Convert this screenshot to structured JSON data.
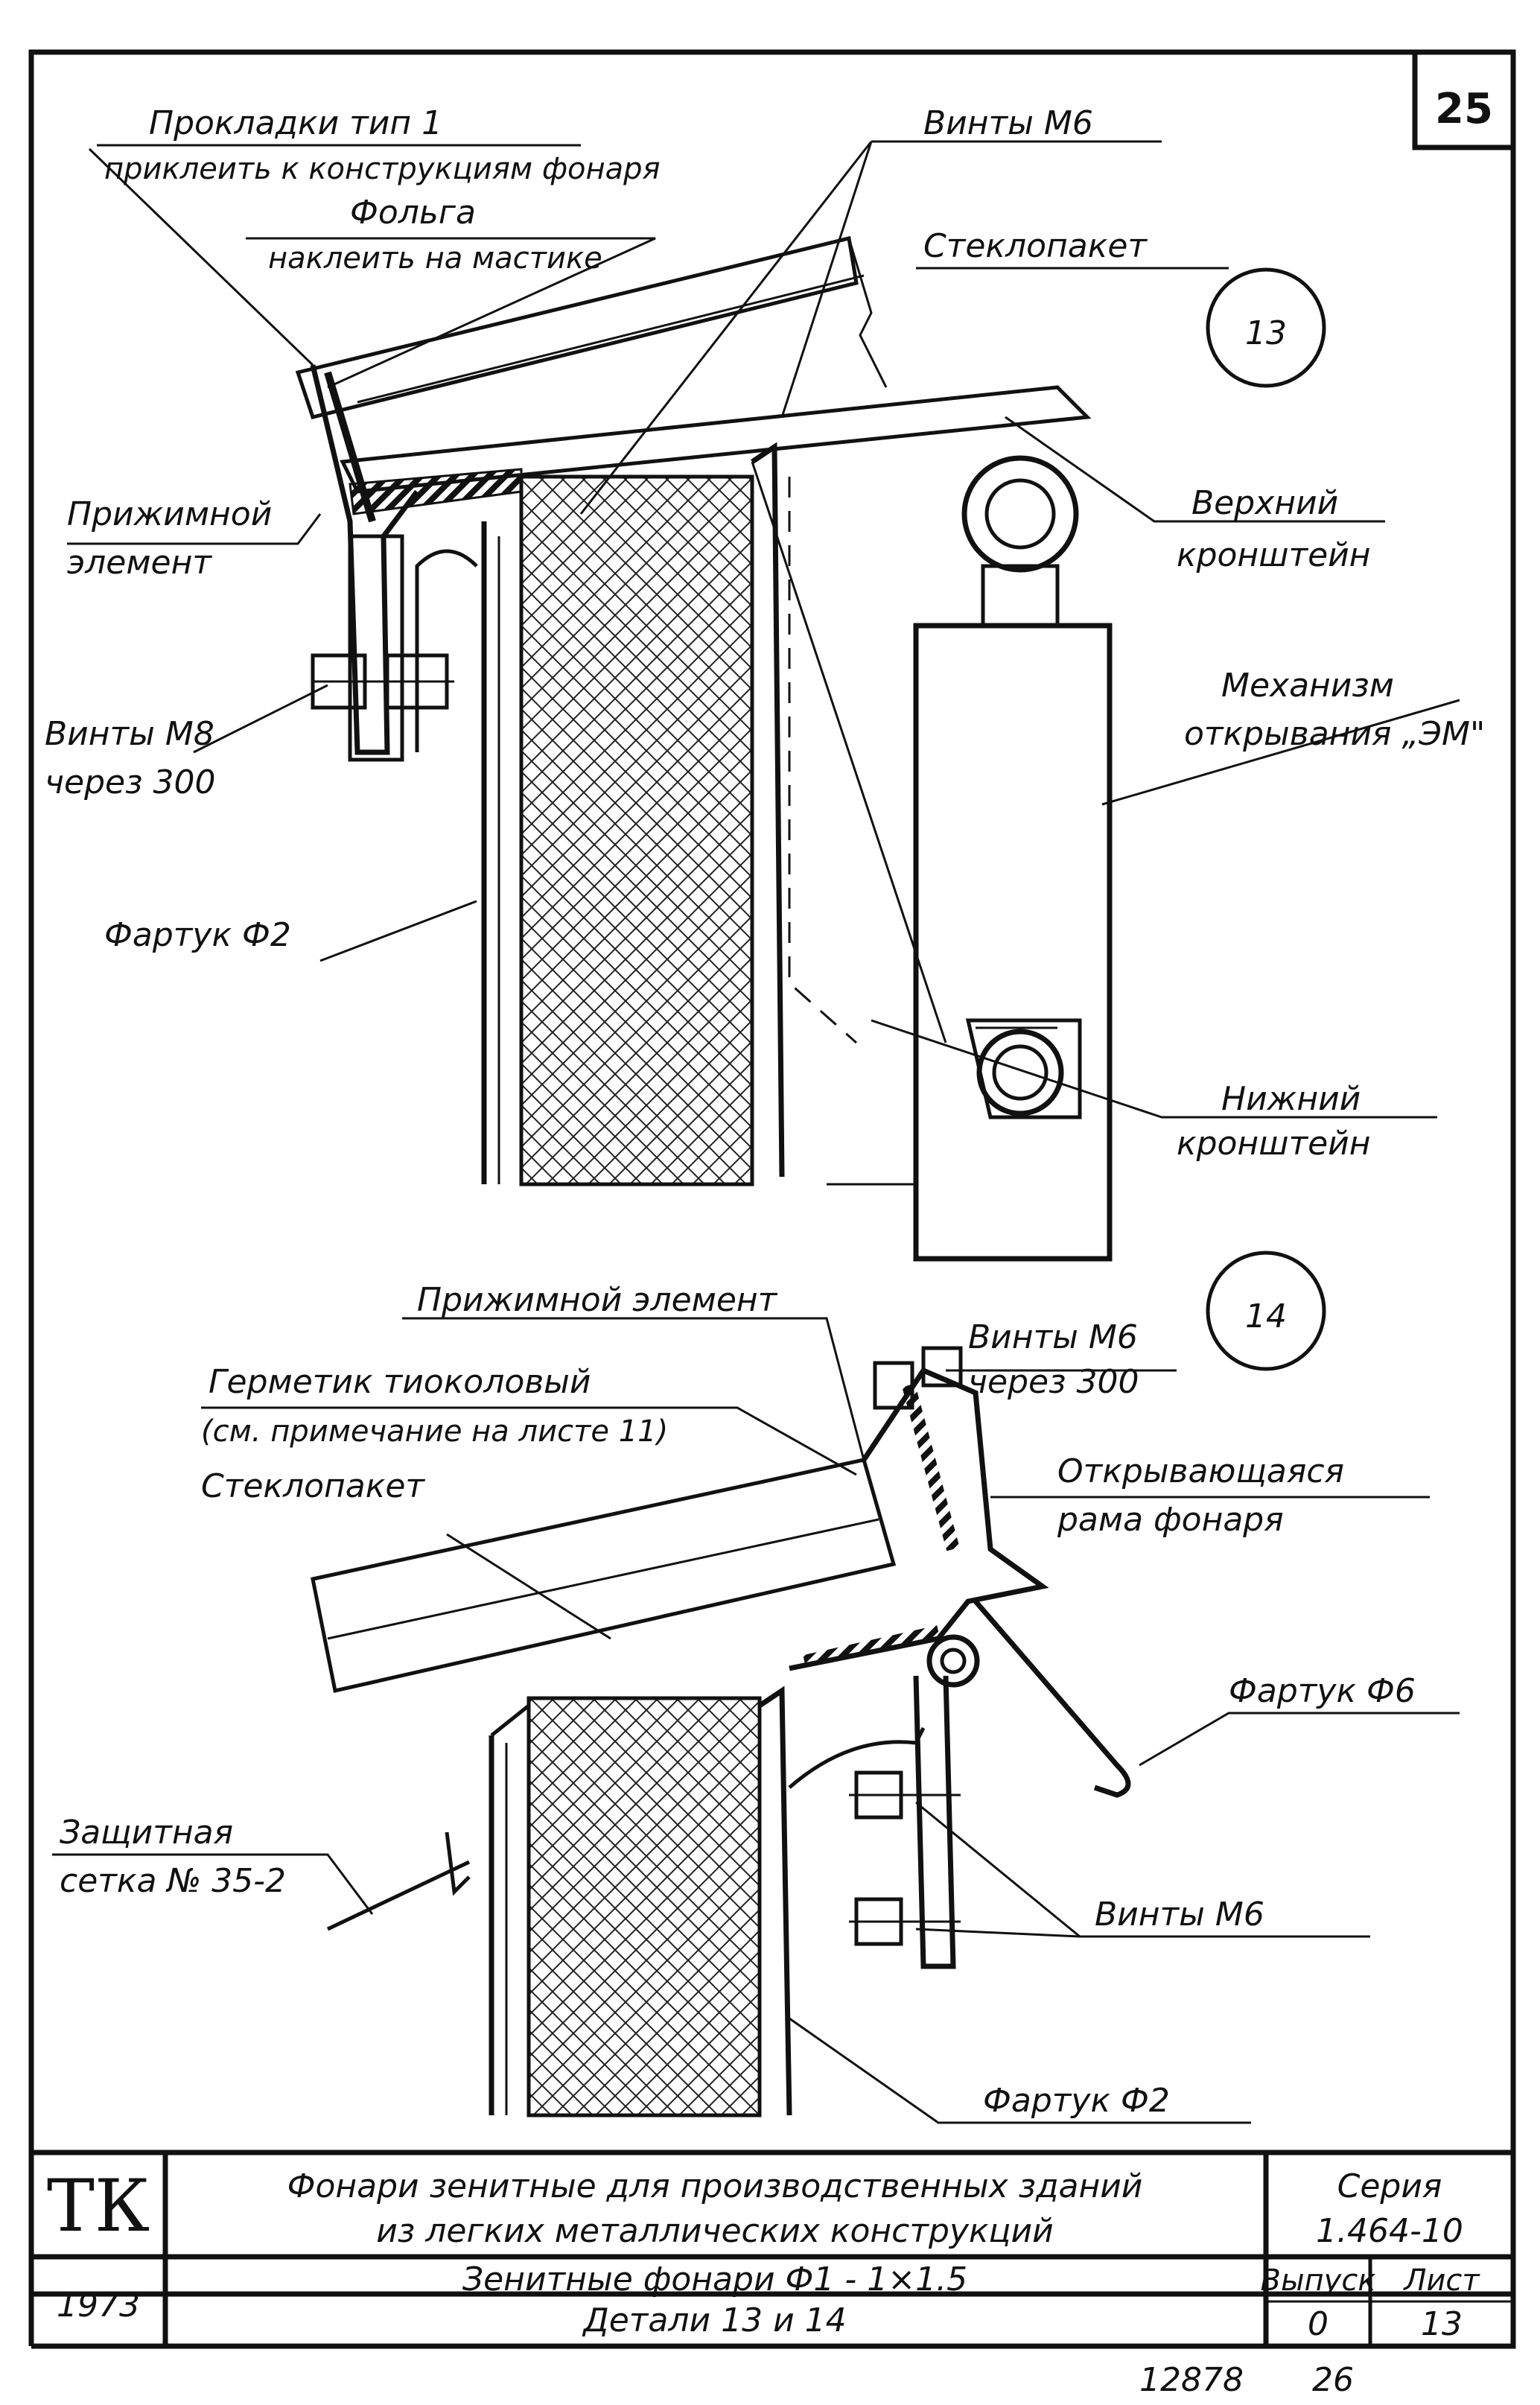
{
  "sheet_number": "25",
  "detail13": {
    "circle_label": "13",
    "labels": {
      "gaskets": "Прокладки тип 1",
      "gaskets_note": "приклеить к конструкциям фонаря",
      "film": "Фольга",
      "film_note": "наклеить на мастике",
      "screws_m6_top": "Винты М6",
      "glass_unit": "Стеклопакет",
      "clamp_el_1": "Прижимной",
      "clamp_el_2": "элемент",
      "upper_bracket_1": "Верхний",
      "upper_bracket_2": "кронштейн",
      "mechanism_1": "Механизм",
      "mechanism_2": "открывания „ЭМ\"",
      "screws_m8_1": "Винты М8",
      "screws_m8_2": "через 300",
      "apron_f2": "Фартук Ф2",
      "lower_bracket_1": "Нижний",
      "lower_bracket_2": "кронштейн"
    }
  },
  "detail14": {
    "circle_label": "14",
    "labels": {
      "clamp_element": "Прижимной элемент",
      "screws_m6_1": "Винты М6",
      "screws_m6_2": "через 300",
      "sealant_1": "Герметик тиоколовый",
      "sealant_2": "(см. примечание на листе 11)",
      "glass_unit": "Стеклопакет",
      "opening_frame_1": "Открывающаяся",
      "opening_frame_2": "рама фонаря",
      "apron_f6": "Фартук Ф6",
      "mesh_1": "Защитная",
      "mesh_2": "сетка № 35-2",
      "screws_m6_lower": "Винты М6",
      "apron_f2": "Фартук Ф2"
    }
  },
  "title_block": {
    "org": "ТК",
    "year": "1973",
    "title_line1": "Фонари зенитные для производственных зданий",
    "title_line2": "из легких металлических конструкций",
    "series_label": "Серия",
    "series_value": "1.464-10",
    "subtitle_line1": "Зенитные фонари Ф1 - 1×1.5",
    "subtitle_line2": "Детали 13 и 14",
    "issue_label": "Выпуск",
    "issue_value": "0",
    "sheet_label": "Лист",
    "sheet_value": "13"
  },
  "footer": {
    "code": "12878",
    "page": "26"
  }
}
